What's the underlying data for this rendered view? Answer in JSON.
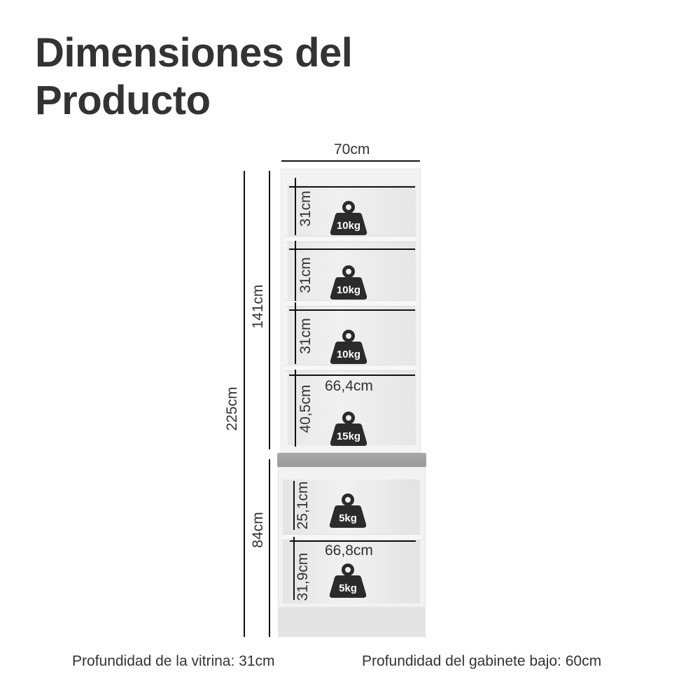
{
  "title": {
    "line1": "Dimensiones del",
    "line2": "Producto"
  },
  "dimensions": {
    "width_total": "70cm",
    "height_total": "225cm",
    "height_upper": "141cm",
    "height_lower": "84cm",
    "inner_width_upper": "66,4cm",
    "inner_width_lower": "66,8cm"
  },
  "upper_shelves": [
    {
      "height": "31cm",
      "load": "10kg"
    },
    {
      "height": "31cm",
      "load": "10kg"
    },
    {
      "height": "31cm",
      "load": "10kg"
    },
    {
      "height": "40,5cm",
      "load": "15kg"
    }
  ],
  "lower_shelves": [
    {
      "height": "25,1cm",
      "load": "5kg"
    },
    {
      "height": "31,9cm",
      "load": "5kg"
    }
  ],
  "footer": {
    "depth_vitrina": "Profundidad de la vitrina: 31cm",
    "depth_gabinete": "Profundidad del gabinete bajo: 60cm"
  },
  "icons": {
    "weight": "weight-icon"
  },
  "colors": {
    "text": "#333333",
    "lines": "#111111",
    "cabinet": "#f3f3f3",
    "countertop": "#a3a3a3",
    "weight_icon": "#2b2b2b"
  }
}
